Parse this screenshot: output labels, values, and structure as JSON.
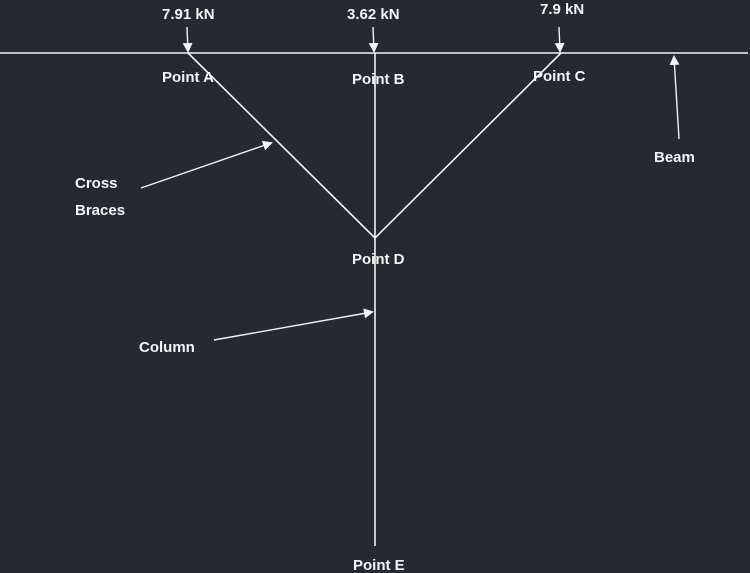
{
  "diagram": {
    "title": "",
    "background_color": "#262930",
    "line_color": "#f2f2f2",
    "loads": [
      {
        "id": "load-a",
        "label": "7.91 kN",
        "at": "Point A"
      },
      {
        "id": "load-b",
        "label": "3.62 kN",
        "at": "Point B"
      },
      {
        "id": "load-c",
        "label": "7.9 kN",
        "at": "Point C"
      }
    ],
    "points": [
      {
        "id": "A",
        "label": "Point A"
      },
      {
        "id": "B",
        "label": "Point B"
      },
      {
        "id": "C",
        "label": "Point C"
      },
      {
        "id": "D",
        "label": "Point D"
      },
      {
        "id": "E",
        "label": "Point E"
      }
    ],
    "members": [
      {
        "label": "Beam",
        "connects": [
          "A",
          "B",
          "C"
        ]
      },
      {
        "label": "Cross Braces",
        "connects": [
          [
            "A",
            "D"
          ],
          [
            "C",
            "D"
          ]
        ]
      },
      {
        "label": "Column",
        "connects": [
          "B",
          "D",
          "E"
        ]
      }
    ],
    "annotations": {
      "beam": "Beam",
      "cross_braces_line1": "Cross",
      "cross_braces_line2": "Braces",
      "column": "Column"
    }
  }
}
